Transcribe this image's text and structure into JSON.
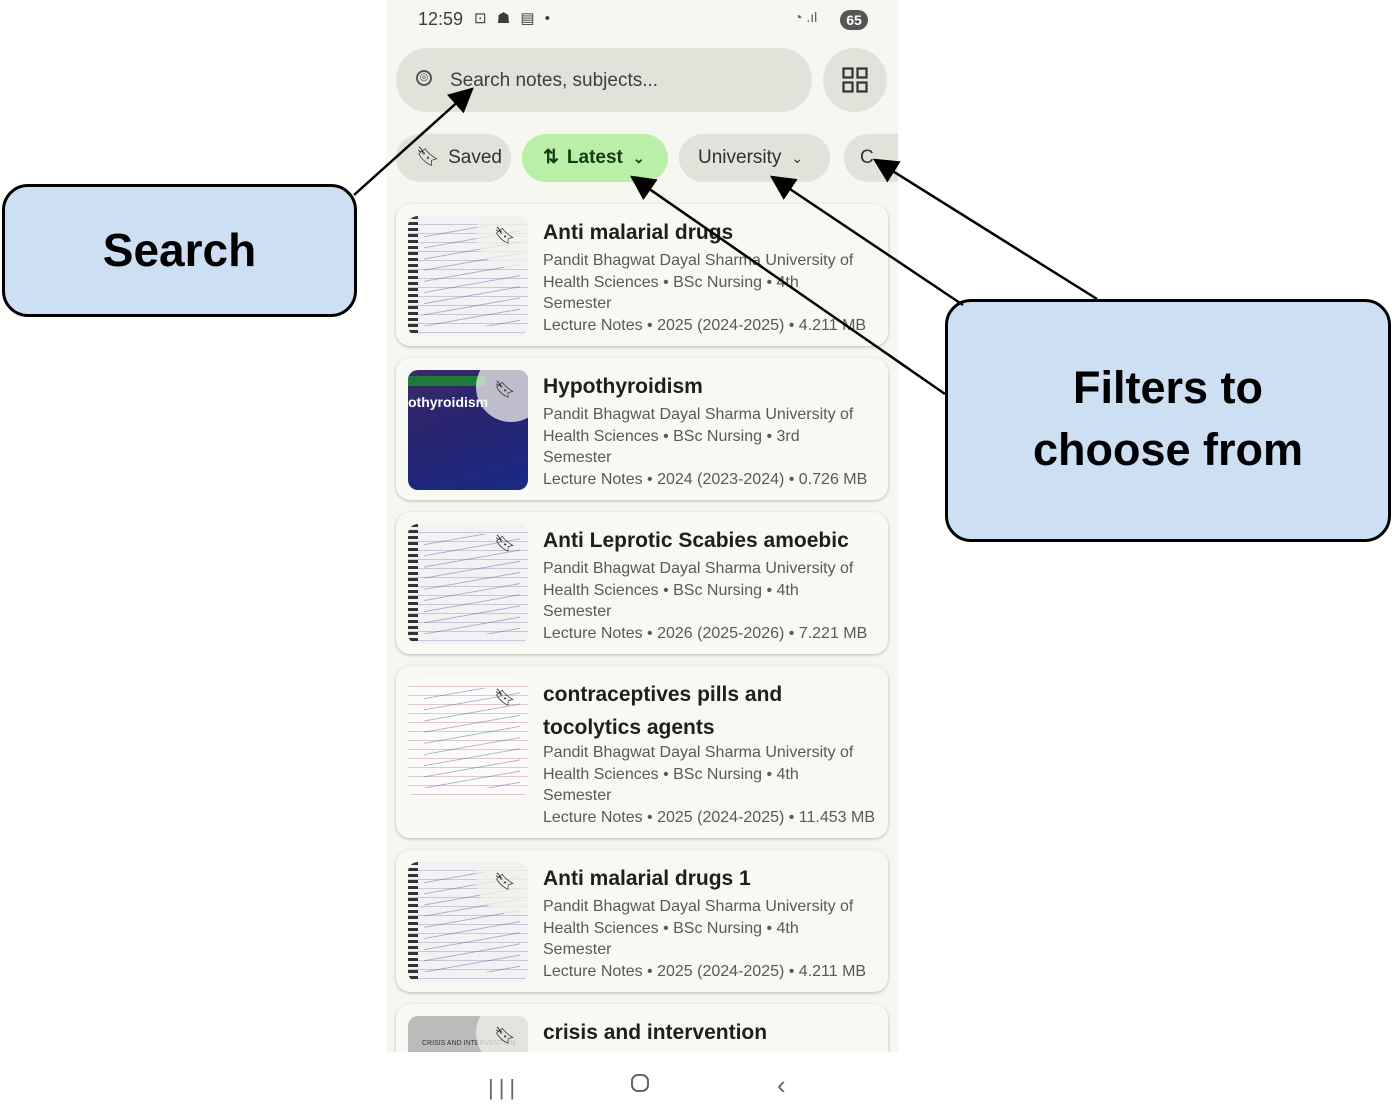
{
  "status_bar": {
    "time": "12:59",
    "left_icons": "⊡ ☗ ▤ •",
    "right_icons": "◔ .ıl",
    "battery": "65"
  },
  "search": {
    "placeholder": "Search notes, subjects...",
    "value": ""
  },
  "chips": [
    {
      "label": "Saved",
      "icon": "bookmark-icon"
    },
    {
      "label": "Latest",
      "icon": "sort-icon",
      "active": true
    },
    {
      "label": "University"
    },
    {
      "label": "C"
    }
  ],
  "notes": [
    {
      "title": "Anti malarial drugs",
      "meta_lines": [
        "Pandit Bhagwat Dayal Sharma University of",
        "Health Sciences • BSc Nursing • 4th",
        "Semester",
        "Lecture Notes • 2025 (2024-2025) • 4.211 MB"
      ],
      "thumb": "notebook"
    },
    {
      "title": "Hypothyroidism",
      "meta_lines": [
        "Pandit Bhagwat Dayal Sharma University of",
        "Health Sciences • BSc Nursing • 3rd",
        "Semester",
        "Lecture Notes • 2024 (2023-2024) • 0.726 MB"
      ],
      "thumb": "cover",
      "thumb_text": "othyroidism"
    },
    {
      "title": "Anti Leprotic  Scabies  amoebic",
      "meta_lines": [
        "Pandit Bhagwat Dayal Sharma University of",
        "Health Sciences • BSc Nursing • 4th",
        "Semester",
        "Lecture Notes • 2026 (2025-2026) • 7.221 MB"
      ],
      "thumb": "notebook"
    },
    {
      "title": "contraceptives pills and tocolytics agents",
      "meta_lines": [
        "Pandit Bhagwat Dayal Sharma University of",
        "Health Sciences • BSc Nursing • 4th",
        "Semester",
        "Lecture Notes • 2025 (2024-2025) • 11.453 MB"
      ],
      "thumb": "notebook"
    },
    {
      "title": "Anti malarial drugs  1",
      "meta_lines": [
        "Pandit Bhagwat Dayal Sharma University of",
        "Health Sciences • BSc Nursing • 4th",
        "Semester",
        "Lecture Notes • 2025 (2024-2025) • 4.211 MB"
      ],
      "thumb": "notebook"
    },
    {
      "title": "crisis and intervention",
      "meta_lines": [],
      "thumb": "gray",
      "thumb_text": "CRISIS AND INTERVENTION"
    }
  ],
  "annotations": {
    "search_label": "Search",
    "filters_label_line1": "Filters to",
    "filters_label_line2": "choose from"
  },
  "colors": {
    "background": "#f5f7f0",
    "chip": "#dfe3da",
    "chip_active": "#b9efa6",
    "callout": "#cddff2"
  }
}
